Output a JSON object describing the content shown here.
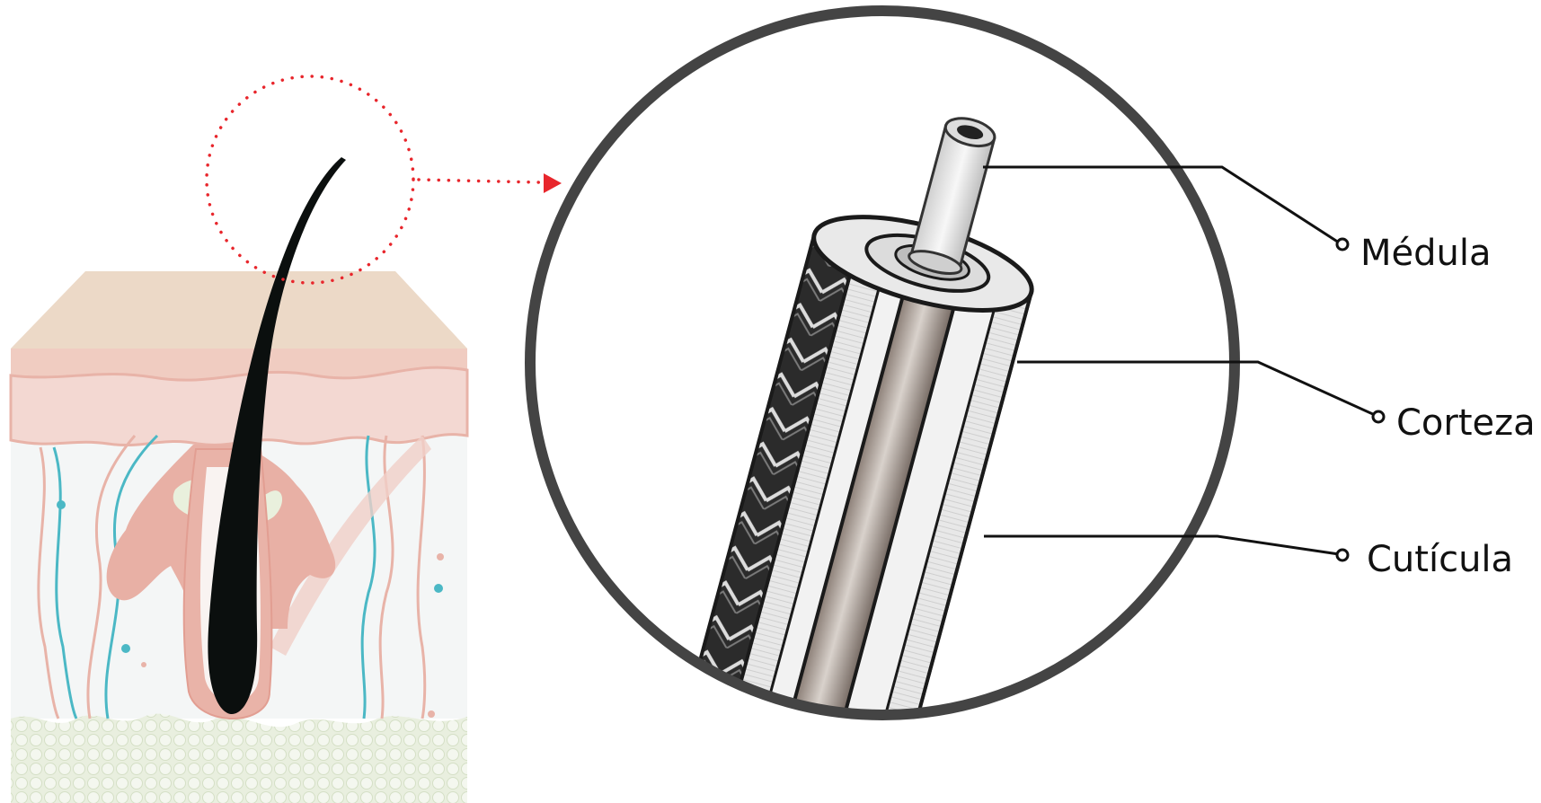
{
  "labels": {
    "medulla": "Médula",
    "cortex": "Corteza",
    "cuticle": "Cutícula"
  },
  "colors": {
    "pointer": "#e8262c",
    "frame": "#444444",
    "hair": "#0b0f0e",
    "epidermis_top": "#ecd9c7",
    "dermis_pink": "#eec4bb",
    "vessel_blue": "#4bb8c5",
    "fat_green": "#e6eedb"
  },
  "icons": {
    "pointer": "dotted-arrow-icon",
    "leader_end": "circle-dot-icon"
  }
}
